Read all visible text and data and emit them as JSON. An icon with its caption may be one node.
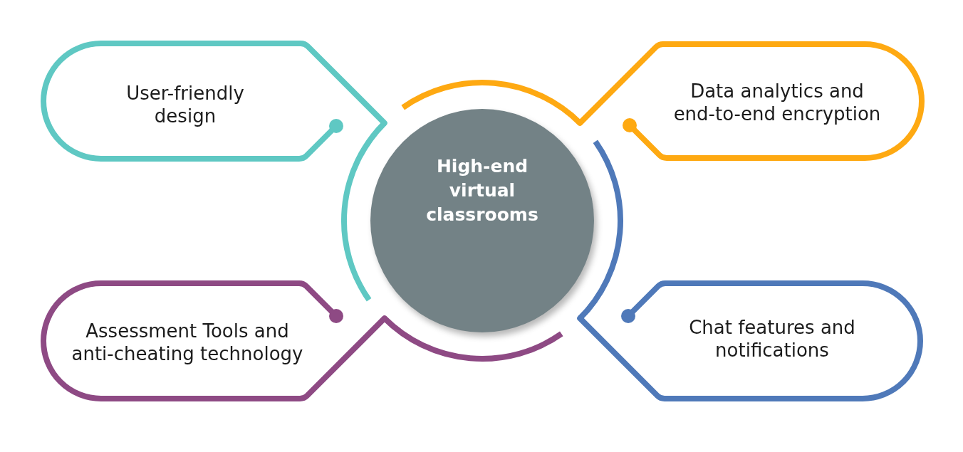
{
  "diagram": {
    "nodes": [
      {
        "text": [
          "User-friendly design"
        ]
      },
      {
        "text": [
          "Data analytics and end-to-end encryption"
        ]
      },
      {
        "text": [
          "High-end virtual classrooms"
        ]
      },
      {
        "text": [
          "Assessment Tools and anti-cheating technology"
        ]
      },
      {
        "text": [
          "Chat features and notifications"
        ]
      }
    ]
  }
}
